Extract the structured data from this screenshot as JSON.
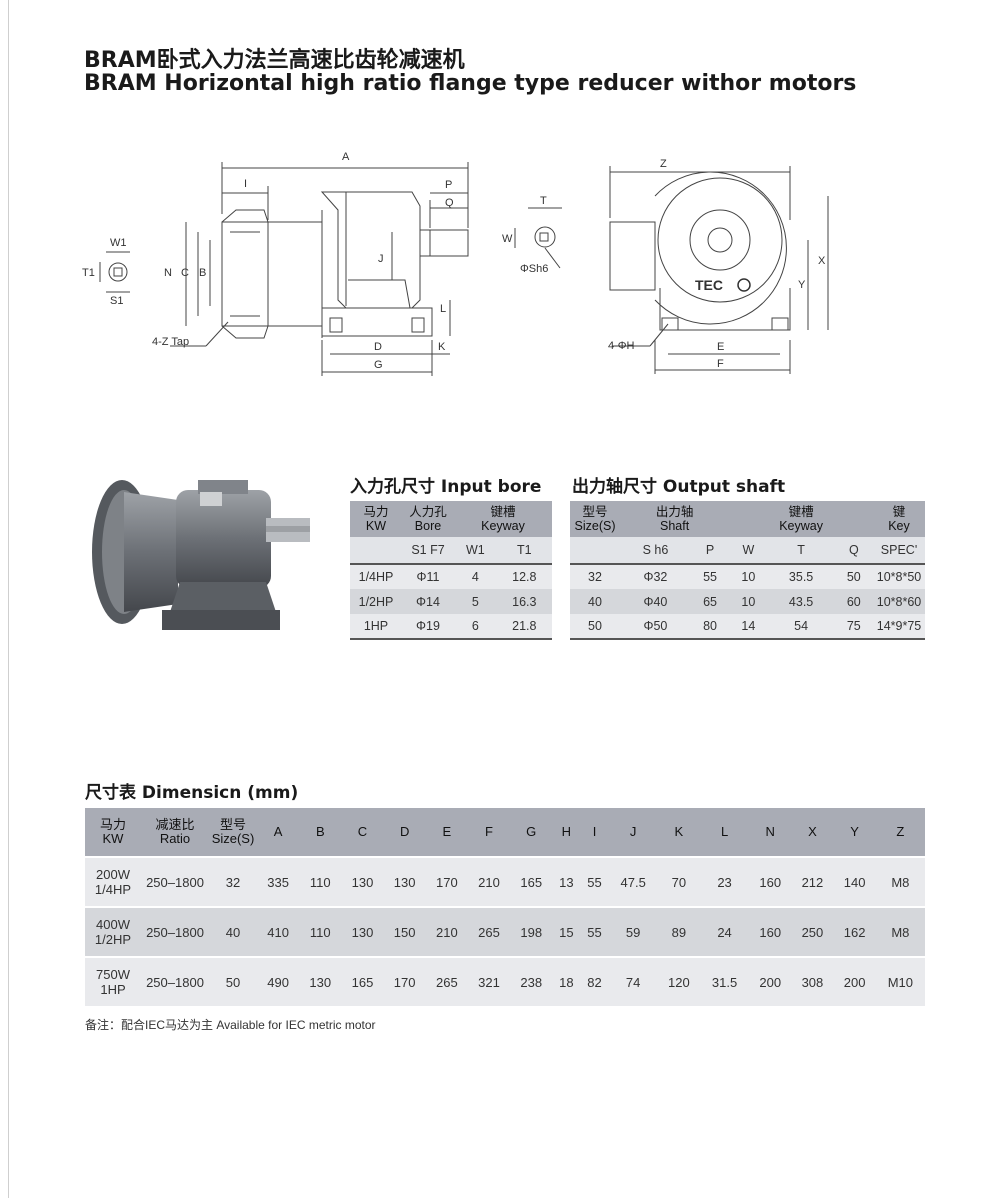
{
  "title_cn": "BRAM卧式入力法兰高速比齿轮减速机",
  "title_en": "BRAM Horizontal high ratio flange type reducer withor motors",
  "drawing": {
    "labels": {
      "A": "A",
      "I": "I",
      "P": "P",
      "Q": "Q",
      "T": "T",
      "W": "W",
      "Z": "Z",
      "X": "X",
      "Y": "Y",
      "J": "J",
      "L": "L",
      "N": "N",
      "C": "C",
      "B": "B",
      "D": "D",
      "K": "K",
      "G": "G",
      "E": "E",
      "F": "F",
      "W1": "W1",
      "T1": "T1",
      "S1": "S1",
      "ztap": "4-Z Tap",
      "sh6": "ΦSh6",
      "phih": "4-ΦH",
      "brand": "TEC"
    }
  },
  "input_bore": {
    "title": "入力孔尺寸 Input bore",
    "h1": "马力",
    "h1b": "KW",
    "h2": "人力孔",
    "h2b": "Bore",
    "h3": "键槽",
    "h3b": "Keyway",
    "sub": [
      "S1  F7",
      "W1",
      "T1"
    ],
    "rows": [
      [
        "1/4HP",
        "Φ11",
        "4",
        "12.8"
      ],
      [
        "1/2HP",
        "Φ14",
        "5",
        "16.3"
      ],
      [
        "1HP",
        "Φ19",
        "6",
        "21.8"
      ]
    ]
  },
  "output_shaft": {
    "title": "出力轴尺寸 Output shaft",
    "h1": "型号",
    "h1b": "Size(S)",
    "h2": "出力轴",
    "h2b": "Shaft",
    "h3": "键槽",
    "h3b": "Keyway",
    "h4": "键",
    "h4b": "Key",
    "sub": [
      "S h6",
      "P",
      "W",
      "T",
      "Q",
      "SPEC'"
    ],
    "rows": [
      [
        "32",
        "Φ32",
        "55",
        "10",
        "35.5",
        "50",
        "10*8*50"
      ],
      [
        "40",
        "Φ40",
        "65",
        "10",
        "43.5",
        "60",
        "10*8*60"
      ],
      [
        "50",
        "Φ50",
        "80",
        "14",
        "54",
        "75",
        "14*9*75"
      ]
    ]
  },
  "dimension": {
    "title": "尺寸表 Dimensicn (mm)",
    "h_kw": "马力",
    "h_kw_b": "KW",
    "h_ratio": "减速比",
    "h_ratio_b": "Ratio",
    "h_size": "型号",
    "h_size_b": "Size(S)",
    "cols": [
      "A",
      "B",
      "C",
      "D",
      "E",
      "F",
      "G",
      "H",
      "I",
      "J",
      "K",
      "L",
      "N",
      "X",
      "Y",
      "Z"
    ],
    "rows": [
      {
        "kw1": "200W",
        "kw2": "1/4HP",
        "ratio": "250–1800",
        "size": "32",
        "vals": [
          "335",
          "110",
          "130",
          "130",
          "170",
          "210",
          "165",
          "13",
          "55",
          "47.5",
          "70",
          "23",
          "160",
          "212",
          "140",
          "M8"
        ]
      },
      {
        "kw1": "400W",
        "kw2": "1/2HP",
        "ratio": "250–1800",
        "size": "40",
        "vals": [
          "410",
          "110",
          "130",
          "150",
          "210",
          "265",
          "198",
          "15",
          "55",
          "59",
          "89",
          "24",
          "160",
          "250",
          "162",
          "M8"
        ]
      },
      {
        "kw1": "750W",
        "kw2": "1HP",
        "ratio": "250–1800",
        "size": "50",
        "vals": [
          "490",
          "130",
          "165",
          "170",
          "265",
          "321",
          "238",
          "18",
          "82",
          "74",
          "120",
          "31.5",
          "200",
          "308",
          "200",
          "M10"
        ]
      }
    ]
  },
  "note": "备注：配合IEC马达为主 Available for IEC metric motor"
}
